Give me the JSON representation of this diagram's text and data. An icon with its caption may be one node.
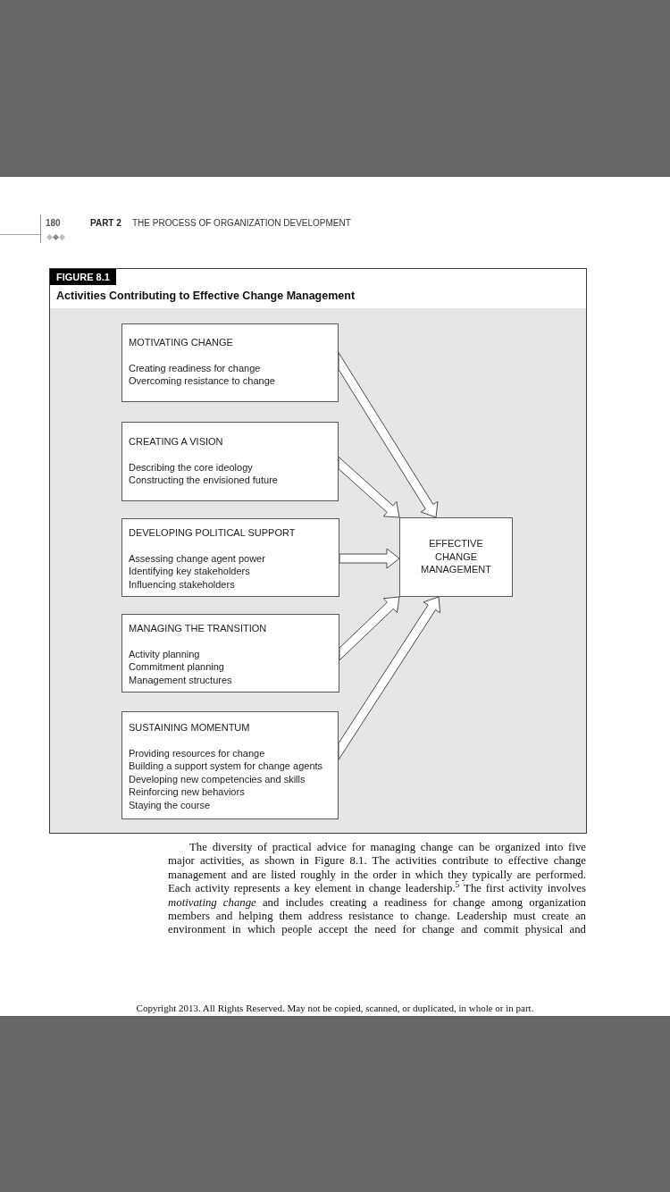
{
  "diagram": {
    "title": "Activities Contributing to Effective Change Management",
    "nodes": [
      {
        "text": [
          "MOTIVATING CHANGE",
          "Creating readiness for change",
          "Overcoming resistance to change"
        ]
      },
      {
        "text": [
          "CREATING A VISION",
          "Describing the core ideology",
          "Constructing the envisioned future"
        ]
      },
      {
        "text": [
          "DEVELOPING POLITICAL SUPPORT",
          "Assessing change agent power",
          "Identifying key stakeholders",
          "Influencing stakeholders"
        ]
      },
      {
        "text": [
          "MANAGING THE TRANSITION",
          "Activity planning",
          "Commitment planning",
          "Management structures"
        ]
      },
      {
        "text": [
          "SUSTAINING MOMENTUM",
          "Providing resources for change",
          "Building a support system for change agents",
          "Developing new competencies and skills",
          "Reinforcing new behaviors",
          "Staying the course"
        ]
      },
      {
        "text": [
          "EFFECTIVE CHANGE MANAGEMENT"
        ]
      }
    ],
    "edges": [
      {
        "from": 0,
        "to": 5,
        "arrow": "to"
      },
      {
        "from": 1,
        "to": 5,
        "arrow": "to"
      },
      {
        "from": 2,
        "to": 5,
        "arrow": "to"
      },
      {
        "from": 3,
        "to": 5,
        "arrow": "to"
      },
      {
        "from": 4,
        "to": 5,
        "arrow": "to"
      }
    ],
    "labels": [
      "180",
      "PART 2",
      "THE PROCESS OF ORGANIZATION DEVELOPMENT",
      "FIGURE 8.1",
      "The diversity of practical advice for managing change can be organized into five major activities, as shown in Figure 8.1. The activities contribute to effective change management and are listed roughly in the order in which they typically are performed. Each activity represents a key element in change leadership.$^{5}$ The first activity involves *motivating change* and includes creating a readiness for change among organization members and helping them address resistance to change. Leadership must create an environment in which people accept the need for change and commit physical and",
      "Copyright 2013. All Rights Reserved. May not be copied, scanned, or duplicated, in whole or in part."
    ]
  }
}
